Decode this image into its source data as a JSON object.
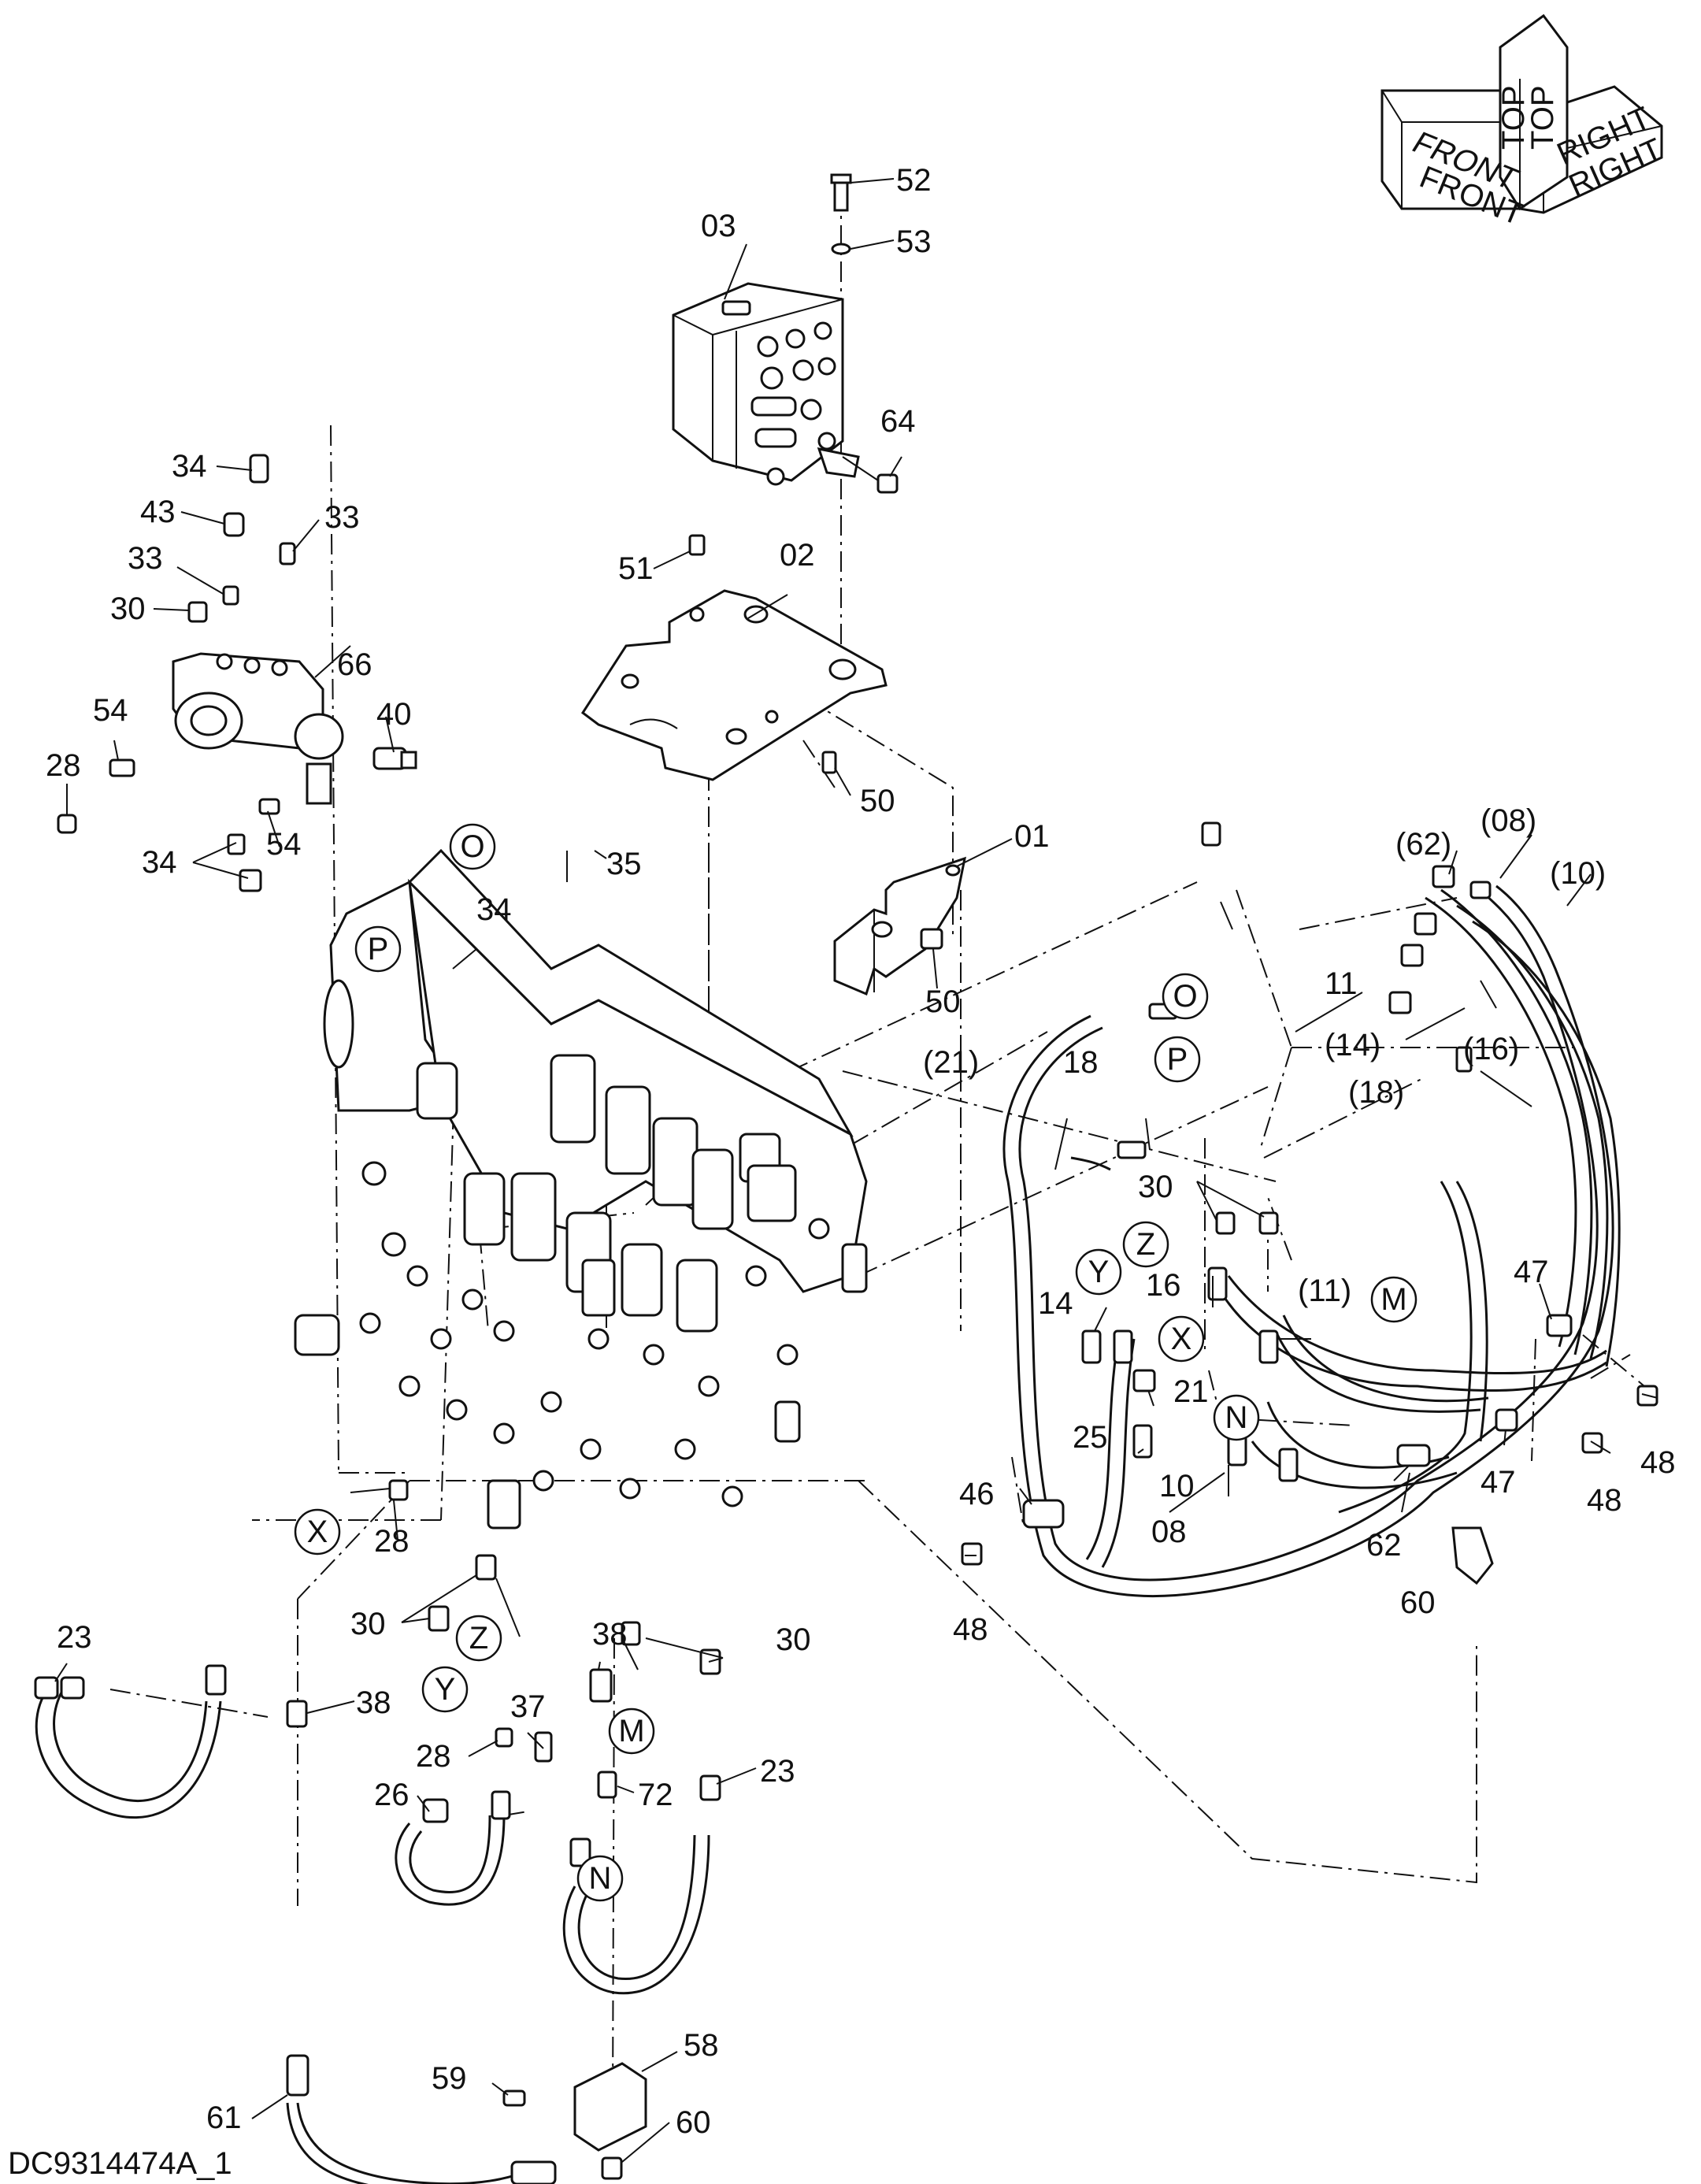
{
  "drawing_code": "DC9314474A_1",
  "orientation_labels": [
    "FRONT",
    "FRONT",
    "TOP",
    "TOP",
    "RIGHT",
    "RIGHT"
  ],
  "callouts": [
    "52",
    "53",
    "03",
    "64",
    "34",
    "43",
    "33",
    "33",
    "30",
    "66",
    "40",
    "54",
    "28",
    "54",
    "34",
    "51",
    "02",
    "50",
    "01",
    "50",
    "35",
    "34",
    "(62)",
    "(08)",
    "(10)",
    "11",
    "(14)",
    "(16)",
    "(21)",
    "18",
    "(18)",
    "30",
    "47",
    "48",
    "47",
    "48",
    "16",
    "(11)",
    "14",
    "21",
    "25",
    "10",
    "08",
    "62",
    "60",
    "46",
    "48",
    "28",
    "30",
    "38",
    "30",
    "23",
    "38",
    "37",
    "28",
    "26",
    "72",
    "23",
    "58",
    "59",
    "61",
    "60"
  ],
  "circle_markers": [
    "O",
    "P",
    "O",
    "P",
    "Y",
    "Z",
    "X",
    "M",
    "N",
    "X",
    "Z",
    "Y",
    "M",
    "N"
  ]
}
